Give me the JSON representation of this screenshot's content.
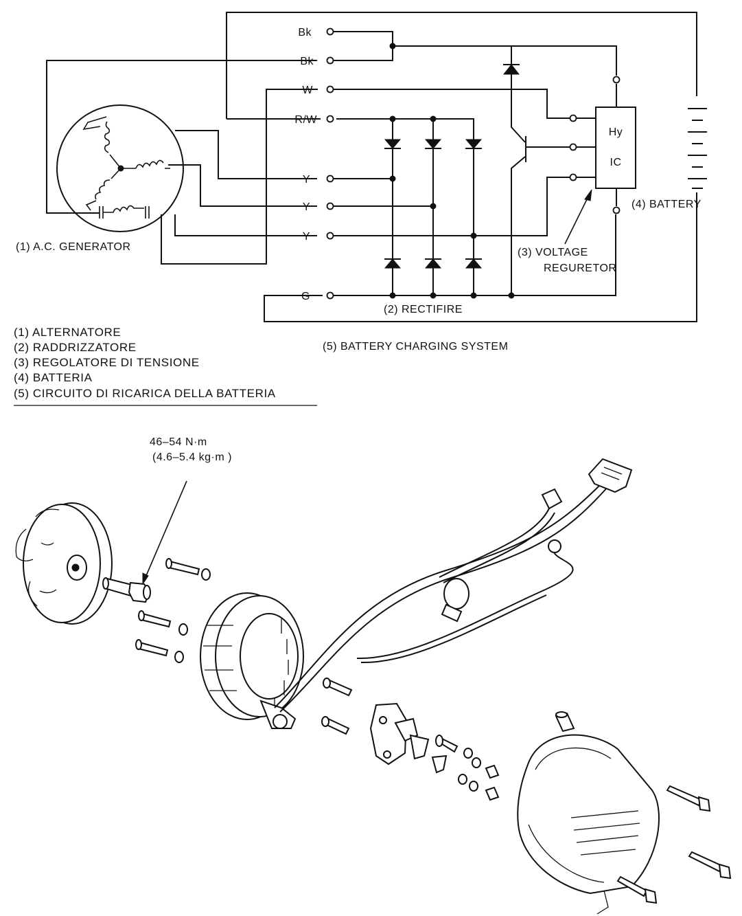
{
  "schematic": {
    "terminals": {
      "bk1": "Bk",
      "bk2": "Bk",
      "w": "W",
      "rw": "R/W",
      "y1": "Y",
      "y2": "Y",
      "y3": "Y",
      "g": "G"
    },
    "ic_top": "Hy",
    "ic_bottom": "IC",
    "labels": {
      "generator": "(1)  A.C. GENERATOR",
      "rectifier": "(2)  RECTIFIRE",
      "regulator_line1": "(3)  VOLTAGE",
      "regulator_line2": "REGURETOR",
      "battery": "(4)  BATTERY",
      "system": "(5)  BATTERY CHARGING SYSTEM"
    }
  },
  "legend": [
    "(1) ALTERNATORE",
    "(2) RADDRIZZATORE",
    "(3) REGOLATORE DI TENSIONE",
    "(4) BATTERIA",
    "(5) CIRCUITO DI RICARICA DELLA BATTERIA"
  ],
  "torque": {
    "line1": "46–54 N·m",
    "line2": "(4.6–5.4 kg·m )"
  }
}
